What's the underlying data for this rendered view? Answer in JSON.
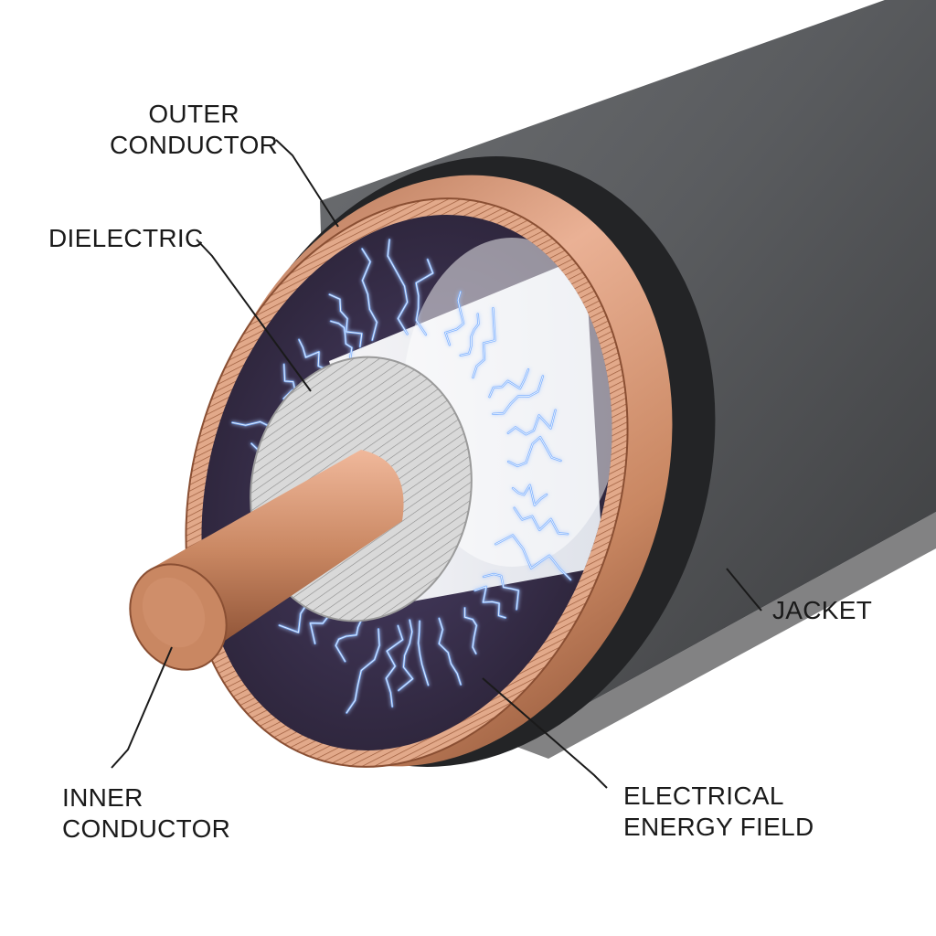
{
  "labels": {
    "outer_conductor": [
      "OUTER",
      "CONDUCTOR"
    ],
    "dielectric": "DIELECTRIC",
    "jacket": "JACKET",
    "inner_conductor": [
      "INNER",
      "CONDUCTOR"
    ],
    "electrical_energy_field": [
      "ELECTRICAL",
      "ENERGY FIELD"
    ]
  },
  "colors": {
    "jacket": "#5a5c5f",
    "jacket_dark": "#2a2b2d",
    "copper": "#c98762",
    "copper_light": "#eab195",
    "copper_dark": "#8a4f33",
    "dielectric": "#dcdcdc",
    "field_bg": "#3a2d4f",
    "lightning": "#6fa8ff",
    "lightning_core": "#e8f2ff",
    "leader": "#1a1a1a"
  }
}
